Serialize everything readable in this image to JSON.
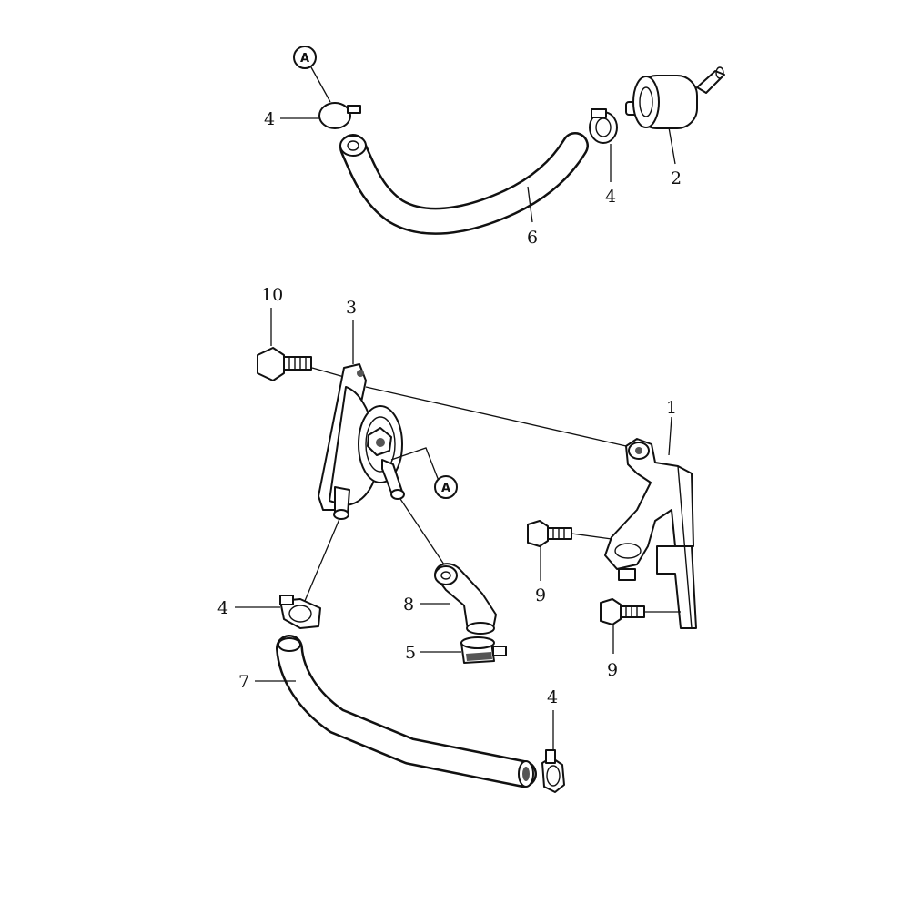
{
  "callouts": {
    "c4_top_left": "4",
    "c4_top_right": "4",
    "c2": "2",
    "c6": "6",
    "c10": "10",
    "c3": "3",
    "c1": "1",
    "c9_upper": "9",
    "c9_lower": "9",
    "c8": "8",
    "c5": "5",
    "c4_mid_left": "4",
    "c7": "7",
    "c4_bottom": "4"
  },
  "reference_markers": {
    "top": "A",
    "pump": "A"
  }
}
